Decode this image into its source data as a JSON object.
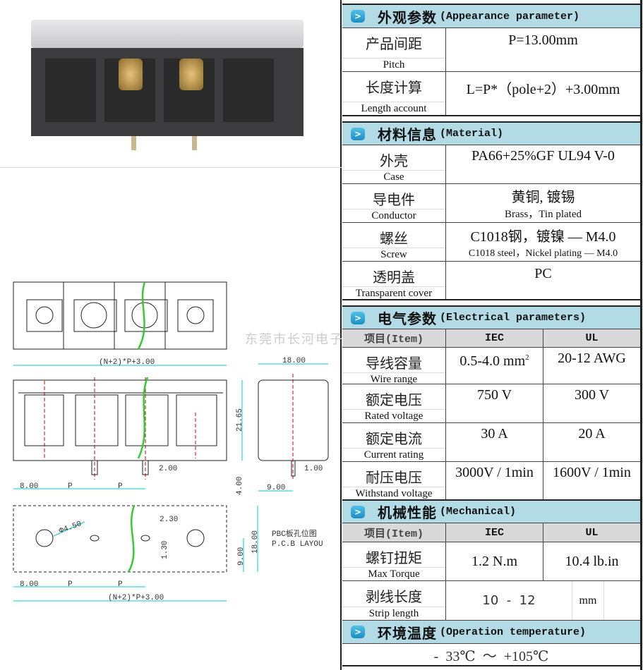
{
  "watermark": "东莞市长河电子",
  "drawing": {
    "dim_length": "(N+2)*P+3.00",
    "dim_width": "18.00",
    "dim_height": "21.65",
    "dim_pin": "2.00",
    "dim_pin_side": "1.00",
    "dim_offset": "8.00",
    "dim_p": "P",
    "dim_pin_len": "4.00",
    "dim_side_half": "9.00",
    "dim_hole": "Φ4.50",
    "dim_hole_spacing": "2.30",
    "dim_slot": "1.30",
    "dim_pcb_height": "18.00",
    "dim_pcb_half": "9.00",
    "pcb_label_zh": "PBC板孔位图",
    "pcb_label_en": "P.C.B LAYOU"
  },
  "sections": {
    "appearance": {
      "zh": "外观参数",
      "en": "(Appearance parameter)"
    },
    "material": {
      "zh": "材料信息",
      "en": "(Material)"
    },
    "electrical": {
      "zh": "电气参数",
      "en": "(Electrical parameters)"
    },
    "mechanical": {
      "zh": "机械性能",
      "en": "(Mechanical)"
    },
    "temperature": {
      "zh": "环境温度",
      "en": "(Operation temperature)"
    }
  },
  "appearance": {
    "pitch": {
      "zh": "产品间距",
      "en": "Pitch",
      "value": "P=13.00mm"
    },
    "length": {
      "zh": "长度计算",
      "en": "Length account",
      "value": "L=P*（pole+2）+3.00mm"
    }
  },
  "material": {
    "case": {
      "zh": "外壳",
      "en": "Case",
      "value": "PA66+25%GF UL94 V-0"
    },
    "conductor": {
      "zh": "导电件",
      "en": "Conductor",
      "value": "黄铜, 镀锡",
      "value_en": "Brass，Tin plated"
    },
    "screw": {
      "zh": "螺丝",
      "en": "Screw",
      "value": "C1018钢，镀镍 — M4.0",
      "value_en": "C1018 steel，Nickel plating — M4.0"
    },
    "cover": {
      "zh": "透明盖",
      "en": "Transparent cover",
      "value": "PC"
    }
  },
  "columns": {
    "item": "项目(Item)",
    "iec": "IEC",
    "ul": "UL"
  },
  "electrical": {
    "wire": {
      "zh": "导线容量",
      "en": "Wire range",
      "iec": "0.5-4.0 mm",
      "iec_sup": "2",
      "ul": "20-12  AWG"
    },
    "voltage": {
      "zh": "额定电压",
      "en": "Rated voltage",
      "iec": "750 V",
      "ul": "300 V"
    },
    "current": {
      "zh": "额定电流",
      "en": "Current rating",
      "iec": "30  A",
      "ul": "20  A"
    },
    "withstand": {
      "zh": "耐压电压",
      "en": "Withstand voltage",
      "iec": "3000V / 1min",
      "ul": "1600V / 1min"
    }
  },
  "mechanical": {
    "torque": {
      "zh": "螺钉扭矩",
      "en": "Max Torque",
      "iec": "1.2  N.m",
      "ul": "10.4 lb.in"
    },
    "strip": {
      "zh": "剥线长度",
      "en": "Strip length",
      "value": "10  -  12",
      "unit": "mm"
    }
  },
  "temperature": {
    "value": "-  33℃  ～  +105℃"
  }
}
